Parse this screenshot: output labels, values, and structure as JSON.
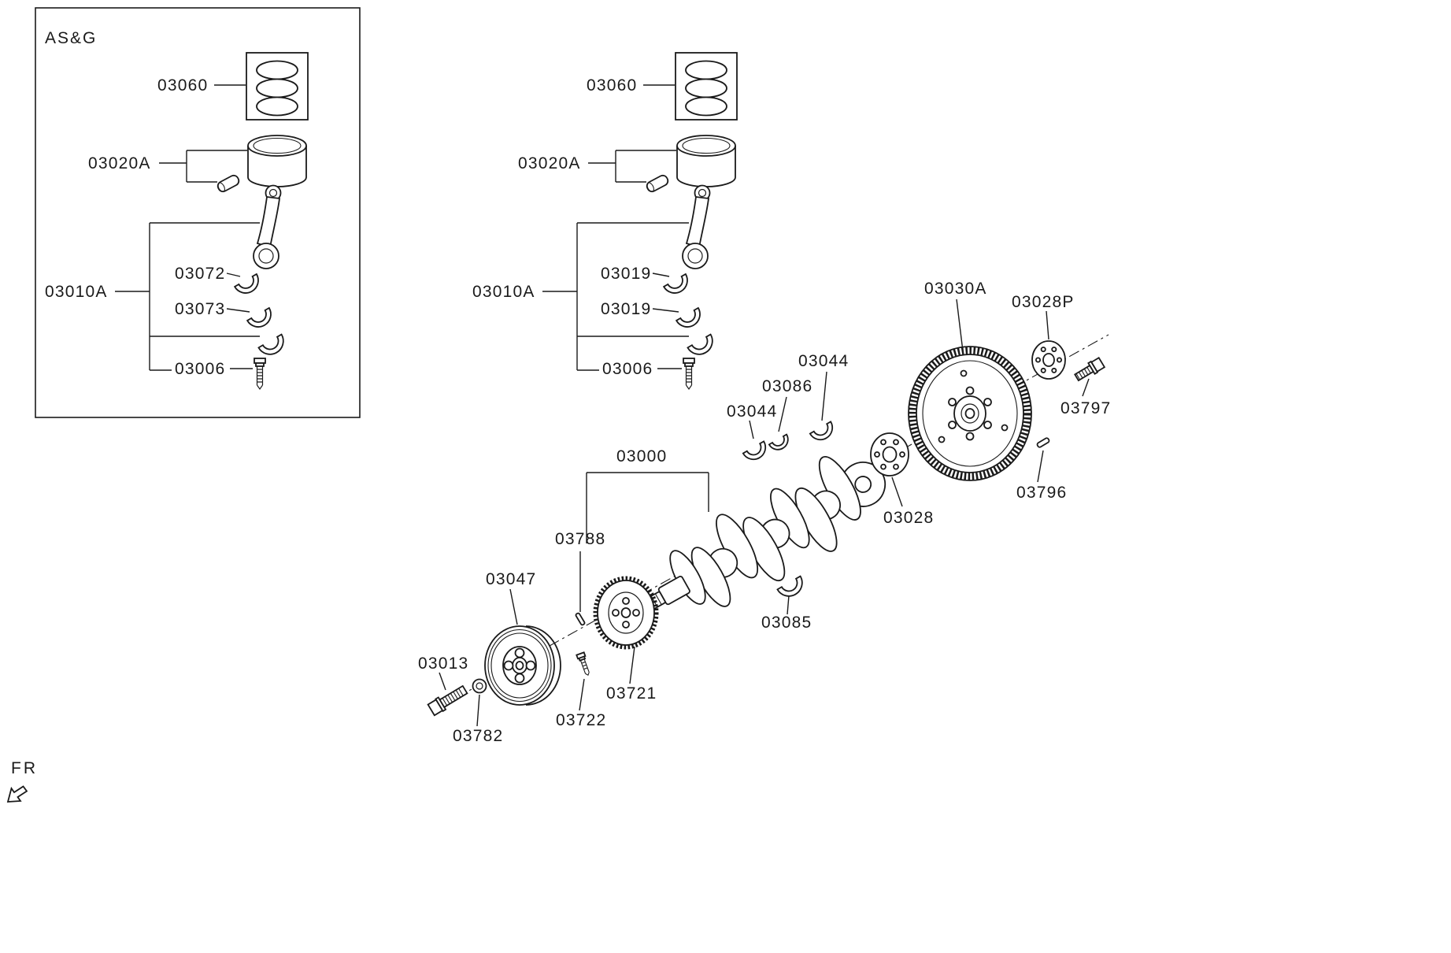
{
  "meta": {
    "corner_note": "AS&G",
    "direction_label": "FR"
  },
  "colors": {
    "line": "#1a1a1a",
    "background": "#ffffff"
  },
  "labels": {
    "asg": "AS&G",
    "fr": "FR",
    "left_rings": "03060",
    "left_piston": "03020A",
    "left_bearing_upper": "03072",
    "left_bearing_lower": "03073",
    "left_rod": "03010A",
    "left_bolt": "03006",
    "mid_rings": "03060",
    "mid_piston": "03020A",
    "mid_bearing_upper": "03019",
    "mid_bearing_lower": "03019",
    "mid_rod": "03010A",
    "mid_bolt": "03006",
    "crankshaft": "03000",
    "flywheel": "03030A",
    "flywheel_plate": "03028P",
    "flywheel_bolt": "03797",
    "dowel_pin": "03796",
    "adapter_plate": "03028",
    "thrust_upper": "03044",
    "main_bearing_upper": "03086",
    "thrust_lower": "03044",
    "main_bearing_lower": "03085",
    "crank_key": "03788",
    "crank_pulley": "03047",
    "pulley_bolt": "03013",
    "pulley_washer": "03782",
    "sensor_plate": "03721",
    "plate_bolt": "03722"
  }
}
